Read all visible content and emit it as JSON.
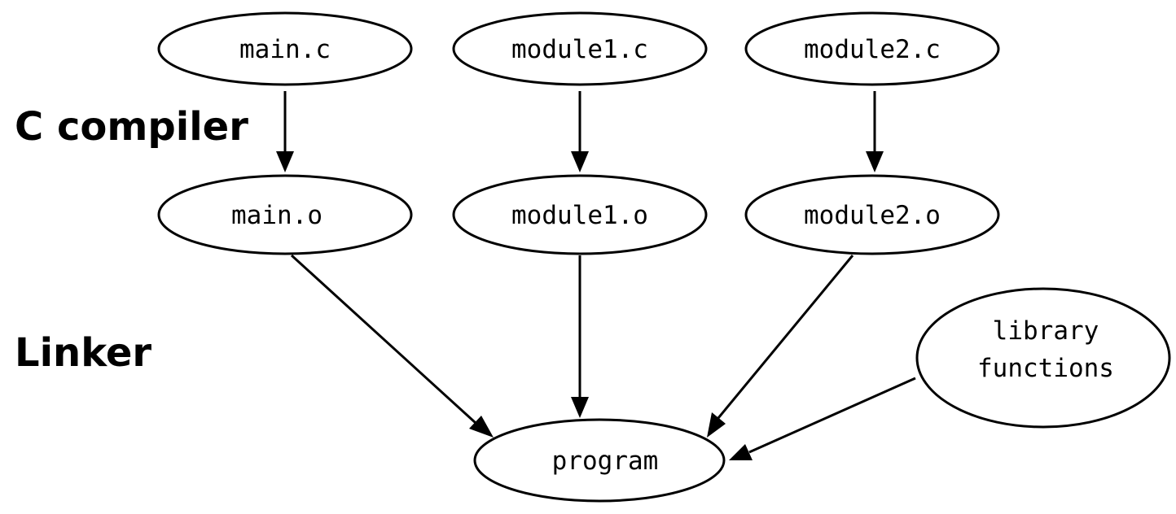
{
  "stages": {
    "compile_label": "C compiler",
    "link_label": "Linker"
  },
  "nodes": {
    "main_c": "main.c",
    "module1_c": "module1.c",
    "module2_c": "module2.c",
    "main_o": "main.o",
    "module1_o": "module1.o",
    "module2_o": "module2.o",
    "library_line1": "library",
    "library_line2": "functions",
    "program": "program"
  },
  "edges": [
    {
      "from": "main.c",
      "to": "main.o"
    },
    {
      "from": "module1.c",
      "to": "module1.o"
    },
    {
      "from": "module2.c",
      "to": "module2.o"
    },
    {
      "from": "main.o",
      "to": "program"
    },
    {
      "from": "module1.o",
      "to": "program"
    },
    {
      "from": "module2.o",
      "to": "program"
    },
    {
      "from": "library functions",
      "to": "program"
    }
  ],
  "colors": {
    "stroke": "#000000",
    "background": "#ffffff"
  }
}
